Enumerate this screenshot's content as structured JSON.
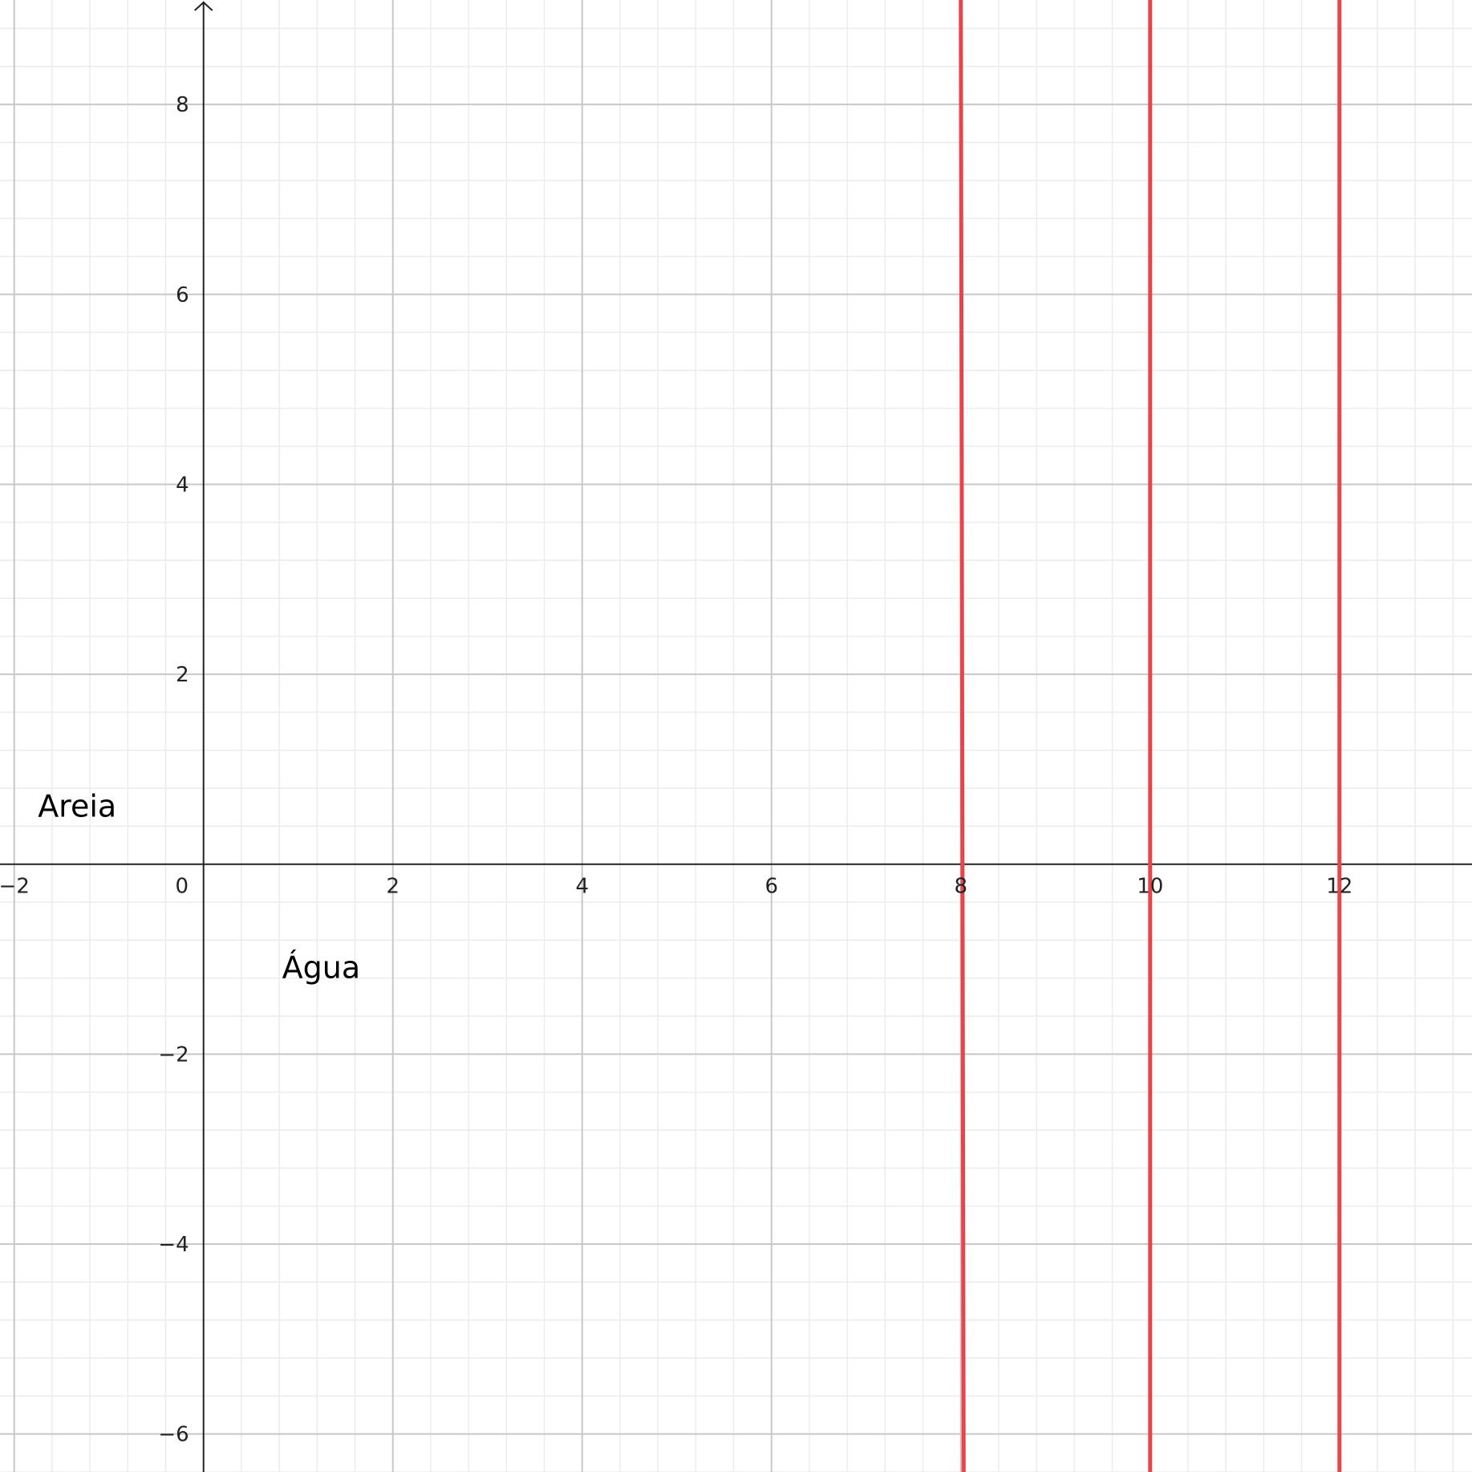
{
  "chart_data": {
    "type": "line",
    "title": "",
    "xlabel": "",
    "ylabel": "",
    "xlim": [
      -2.15,
      13.4
    ],
    "ylim": [
      -6.4,
      9.1
    ],
    "x_ticks": [
      -2,
      0,
      2,
      4,
      6,
      8,
      10,
      12
    ],
    "y_ticks": [
      -6,
      -4,
      -2,
      2,
      4,
      6,
      8
    ],
    "x_tick_labels": [
      "−2",
      "0",
      "2",
      "4",
      "6",
      "8",
      "10",
      "12"
    ],
    "y_tick_labels": [
      "−6",
      "−4",
      "−2",
      "2",
      "4",
      "6",
      "8"
    ],
    "grid": true,
    "minor_grid_step": 0.4,
    "series": [
      {
        "points": [
          [
            8.0,
            9.1
          ],
          [
            8.03,
            -6.4
          ]
        ],
        "color": "#e8454b"
      },
      {
        "points": [
          [
            10.0,
            9.1
          ],
          [
            10.0,
            -6.4
          ]
        ],
        "color": "#e8454b"
      },
      {
        "points": [
          [
            12.0,
            9.1
          ],
          [
            12.0,
            -6.4
          ]
        ],
        "color": "#e8454b"
      }
    ],
    "annotations": [
      {
        "text": "Areia",
        "x": -1.75,
        "y": 0.5
      },
      {
        "text": "Água",
        "x": 0.83,
        "y": -1.2
      }
    ]
  }
}
